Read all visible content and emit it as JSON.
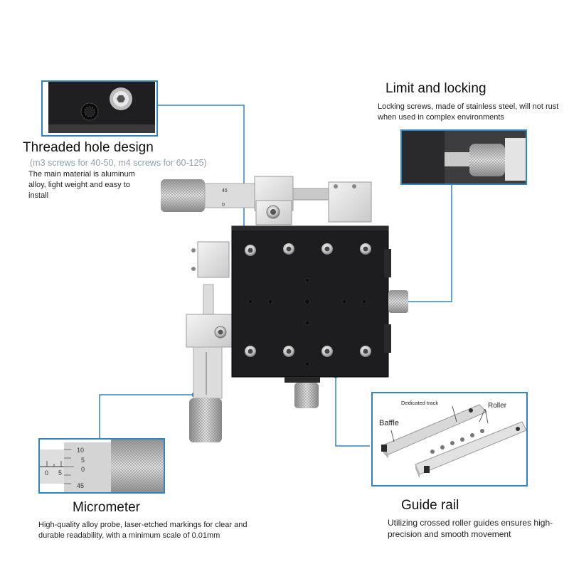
{
  "threaded": {
    "title": "Threaded hole design",
    "subtitle": "(m3 screws for 40-50, m4 screws for 60-125)",
    "desc": "The main material is aluminum alloy, light weight and easy to install"
  },
  "limit": {
    "title": "Limit and locking",
    "desc": "Locking screws, made of stainless steel, will not rust when used in complex environments"
  },
  "micrometer": {
    "title": "Micrometer",
    "desc": "High-quality alloy probe, laser-etched markings for clear and durable readability, with a minimum scale of 0.01mm",
    "scale_top": "10",
    "scale_mid": "5",
    "scale_zero": "0",
    "scale_bottom": "45",
    "barrel_0": "0",
    "barrel_5": "5"
  },
  "guide": {
    "title": "Guide rail",
    "desc": "Utilizing crossed roller guides ensures high-precision and smooth movement",
    "label_track": "Dedicated track",
    "label_roller": "Roller",
    "label_baffle": "Baffle"
  },
  "colors": {
    "accent": "#2f86c0",
    "stage": "#1b1b1d",
    "metal": "#d9d9d9"
  }
}
